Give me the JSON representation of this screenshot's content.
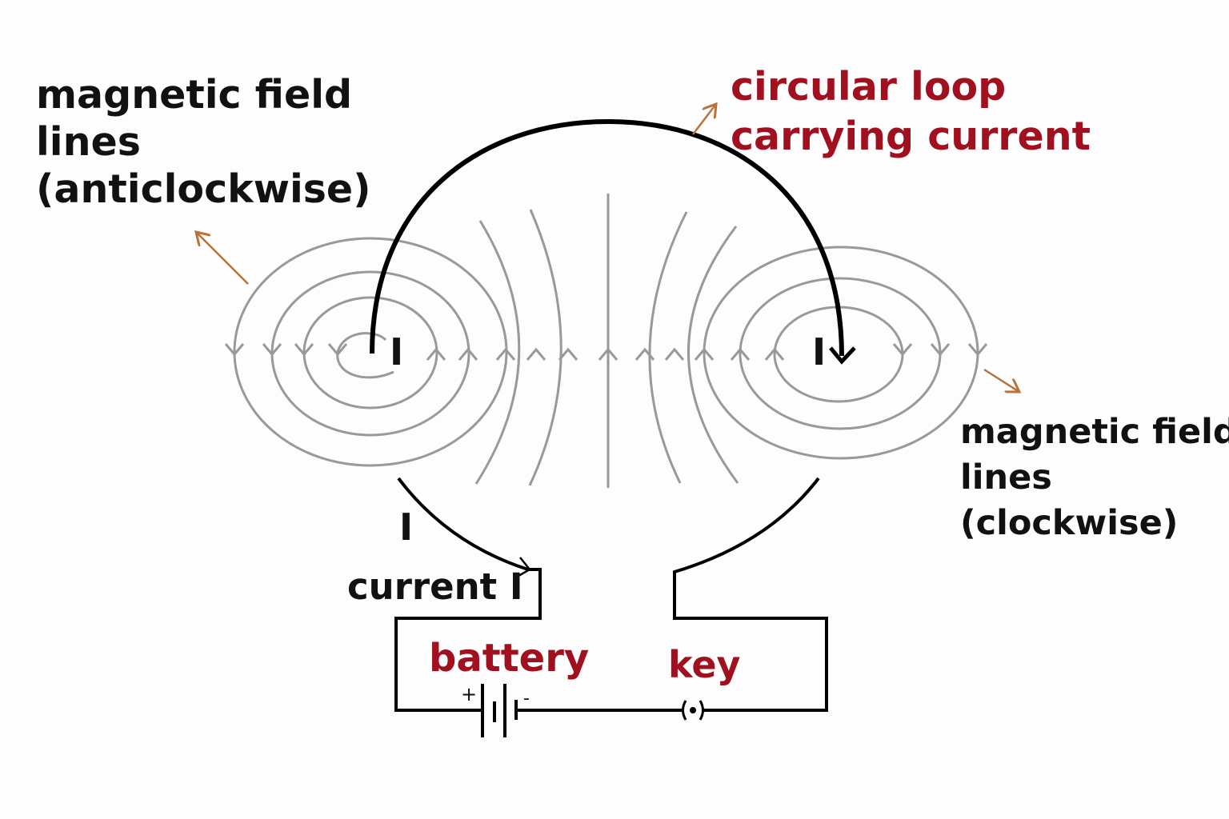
{
  "labels": {
    "left_field": [
      "magnetic field",
      "lines",
      "(anticlockwise)"
    ],
    "loop": [
      "circular loop",
      "carrying current"
    ],
    "right_field": [
      "magnetic field",
      "lines",
      "(clockwise)"
    ],
    "current": "current I",
    "battery": "battery",
    "key": "key",
    "current_symbol": "I",
    "plus": "+",
    "minus": "-"
  },
  "colors": {
    "highlight_text": "#a0101e",
    "field_lines": "#999999",
    "pointer_arrows": "#b8733a",
    "wire": "#000000"
  }
}
